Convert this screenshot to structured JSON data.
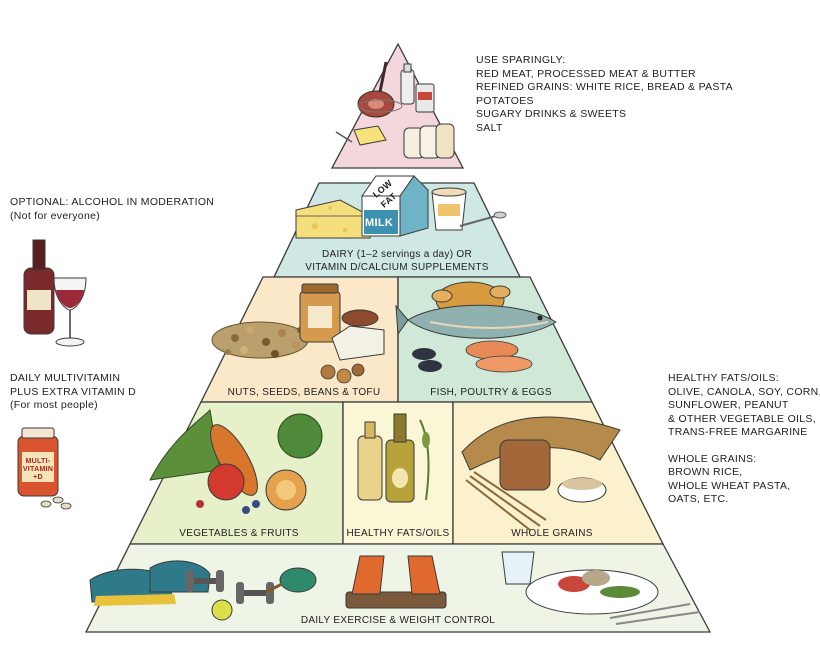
{
  "top_tier": {
    "heading": "USE SPARINGLY:",
    "items": [
      "RED MEAT, PROCESSED MEAT & BUTTER",
      "REFINED GRAINS: WHITE RICE, BREAD & PASTA",
      "POTATOES",
      "SUGARY DRINKS & SWEETS",
      "SALT"
    ]
  },
  "alcohol": {
    "line1": "OPTIONAL: ALCOHOL IN MODERATION",
    "line2": "(Not for everyone)"
  },
  "multivitamin": {
    "line1": "DAILY MULTIVITAMIN",
    "line2": "PLUS EXTRA VITAMIN D",
    "line3": "(For most people)",
    "bottle_label_1": "MULTI-",
    "bottle_label_2": "VITAMIN",
    "bottle_label_3": "+D"
  },
  "healthy_fats_note": {
    "heading": "HEALTHY FATS/OILS:",
    "items": [
      "OLIVE, CANOLA, SOY, CORN,",
      "SUNFLOWER, PEANUT",
      "& OTHER VEGETABLE OILS,",
      "TRANS-FREE MARGARINE"
    ]
  },
  "whole_grains_note": {
    "heading": "WHOLE GRAINS:",
    "items": [
      "BROWN RICE,",
      "WHOLE WHEAT PASTA,",
      "OATS, ETC."
    ]
  },
  "dairy": {
    "line1": "DAIRY (1–2 servings a day) OR",
    "line2": "VITAMIN D/CALCIUM SUPPLEMENTS",
    "milk_low": "LOW",
    "milk_fat": "FAT",
    "milk": "MILK"
  },
  "tier3": {
    "left": "NUTS, SEEDS, BEANS & TOFU",
    "right": "FISH, POULTRY & EGGS"
  },
  "tier4": {
    "left": "VEGETABLES & FRUITS",
    "middle": "HEALTHY FATS/OILS",
    "right": "WHOLE GRAINS"
  },
  "base": {
    "label": "DAILY EXERCISE & WEIGHT CONTROL"
  },
  "colors": {
    "top": "#f4d7dc",
    "dairy": "#cfe8e4",
    "nuts": "#fbe8c8",
    "fish": "#cfe8d8",
    "veg": "#e6f1c9",
    "oils": "#fbf6d6",
    "grains": "#fbf1cc",
    "base": "#eef4e6",
    "outline": "#3a3a3a"
  }
}
